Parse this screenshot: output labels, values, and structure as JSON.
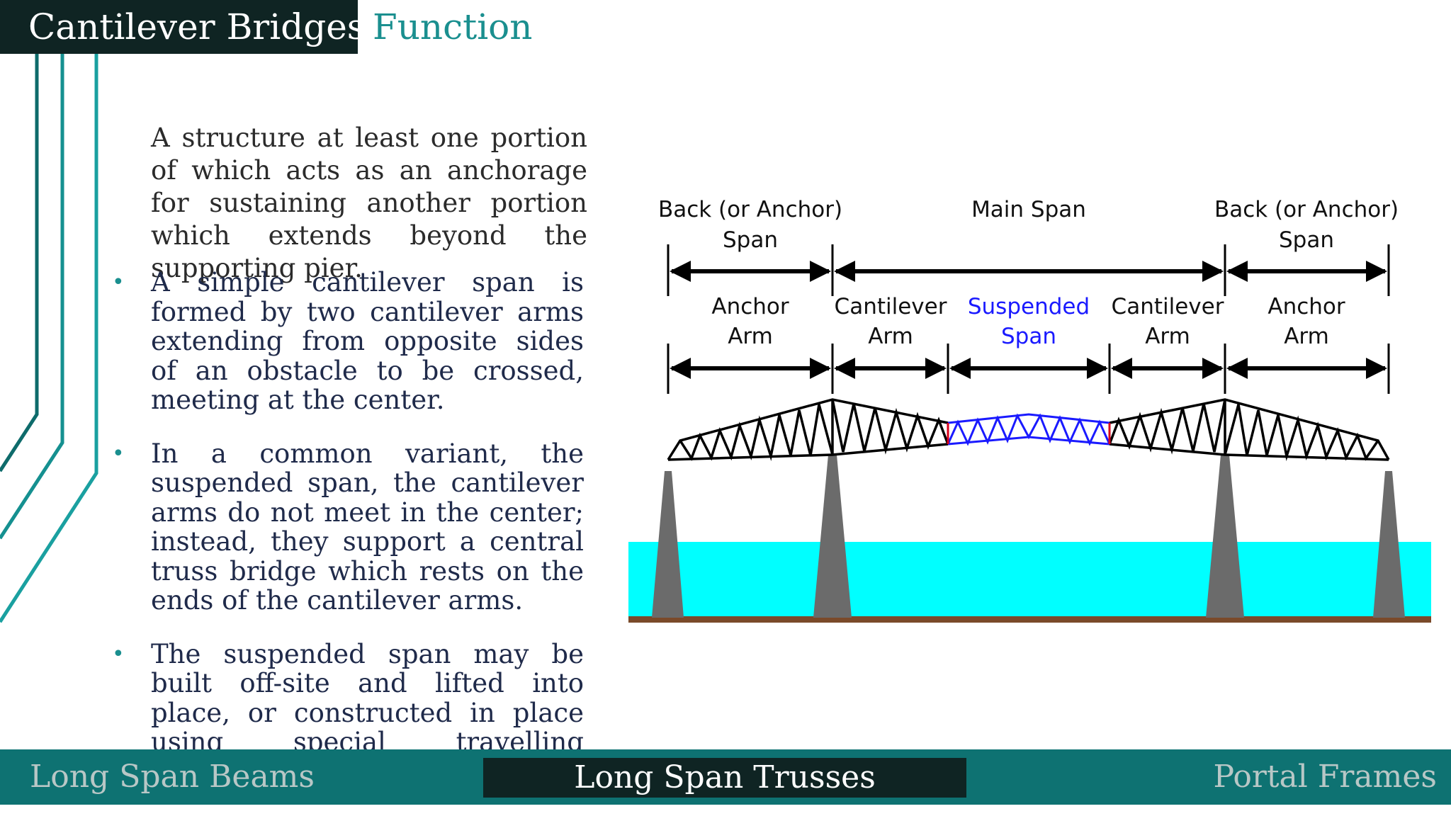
{
  "header": {
    "title": "Cantilever Bridges",
    "subtitle": "Function"
  },
  "content": {
    "intro": "A structure at least one portion of which acts as an anchorage for sustaining another portion which extends beyond the supporting pier.",
    "bullets": [
      "A simple cantilever span is formed by two cantilever arms extending from opposite sides of an obstacle to be crossed, meeting at the center.",
      "In a common variant, the suspended span, the cantilever arms do not meet in the center; instead, they support a central truss bridge which rests on the ends of the cantilever arms.",
      "The suspended span may be built off-site and lifted into place, or constructed in place using special travelling supports."
    ]
  },
  "diagram": {
    "top_labels": {
      "back_span_left_1": "Back (or Anchor)",
      "back_span_left_2": "Span",
      "main_span": "Main Span",
      "back_span_right_1": "Back (or Anchor)",
      "back_span_right_2": "Span"
    },
    "arm_labels": {
      "anchor_left_1": "Anchor",
      "anchor_left_2": "Arm",
      "cantilever_left_1": "Cantilever",
      "cantilever_left_2": "Arm",
      "suspended_1": "Suspended",
      "suspended_2": "Span",
      "cantilever_right_1": "Cantilever",
      "cantilever_right_2": "Arm",
      "anchor_right_1": "Anchor",
      "anchor_right_2": "Arm"
    },
    "colors": {
      "truss": "#000000",
      "suspended_truss": "#1a1aff",
      "water": "#00ffff",
      "pier": "#6b6b6b",
      "ground": "#7a4a2a"
    }
  },
  "footer": {
    "left": "Long Span Beams",
    "center": "Long Span Trusses",
    "right": "Portal Frames"
  },
  "colors": {
    "dark": "#0f2423",
    "teal": "#0e7272",
    "accent": "#1a8f8f"
  }
}
